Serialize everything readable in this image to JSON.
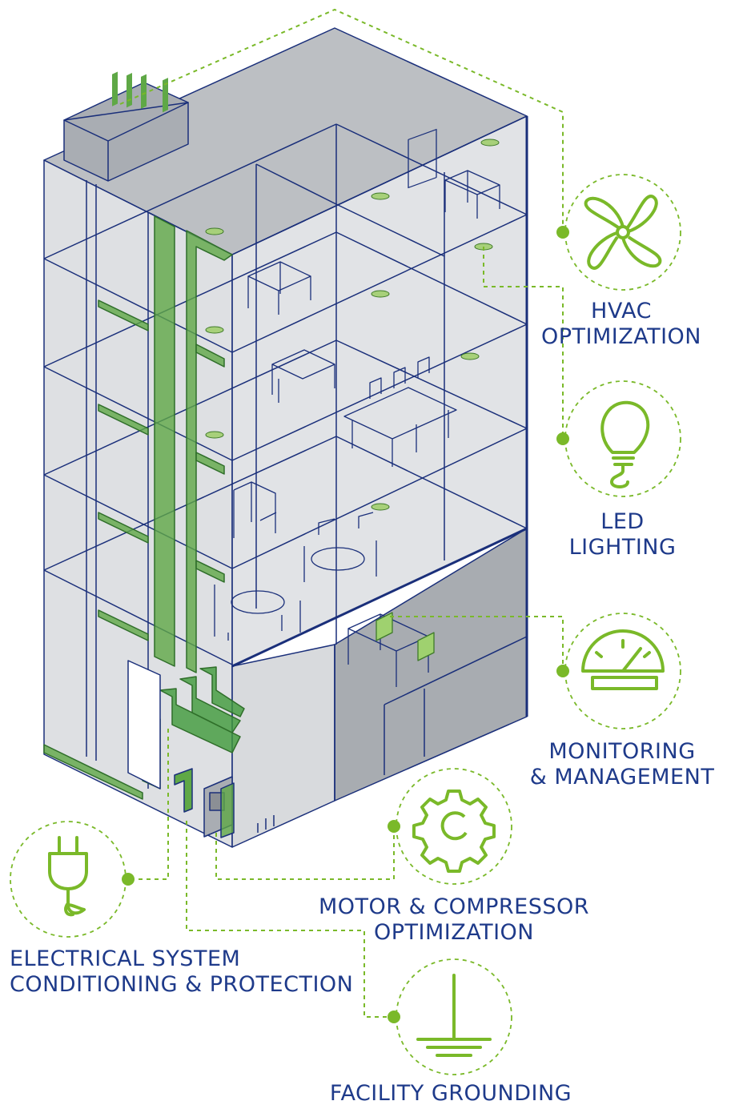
{
  "features": {
    "hvac": {
      "line1": "HVAC",
      "line2": "OPTIMIZATION",
      "icon": "fan-icon"
    },
    "led": {
      "line1": "LED",
      "line2": "LIGHTING",
      "icon": "light-bulb-icon"
    },
    "monitoring": {
      "line1": "MONITORING",
      "line2": "& MANAGEMENT",
      "icon": "gauge-icon"
    },
    "motor": {
      "line1": "MOTOR & COMPRESSOR",
      "line2": "OPTIMIZATION",
      "icon": "gear-icon"
    },
    "electrical": {
      "line1": "ELECTRICAL SYSTEM",
      "line2": "CONDITIONING & PROTECTION",
      "icon": "plug-icon"
    },
    "grounding": {
      "line1": "FACILITY GROUNDING",
      "icon": "ground-icon"
    }
  },
  "colors": {
    "accent_green": "#7ab929",
    "label_blue": "#1e3a8a",
    "building_outline": "#1a2f7a",
    "building_fill": "#b8bcc2",
    "riser_green": "#5fa846"
  }
}
